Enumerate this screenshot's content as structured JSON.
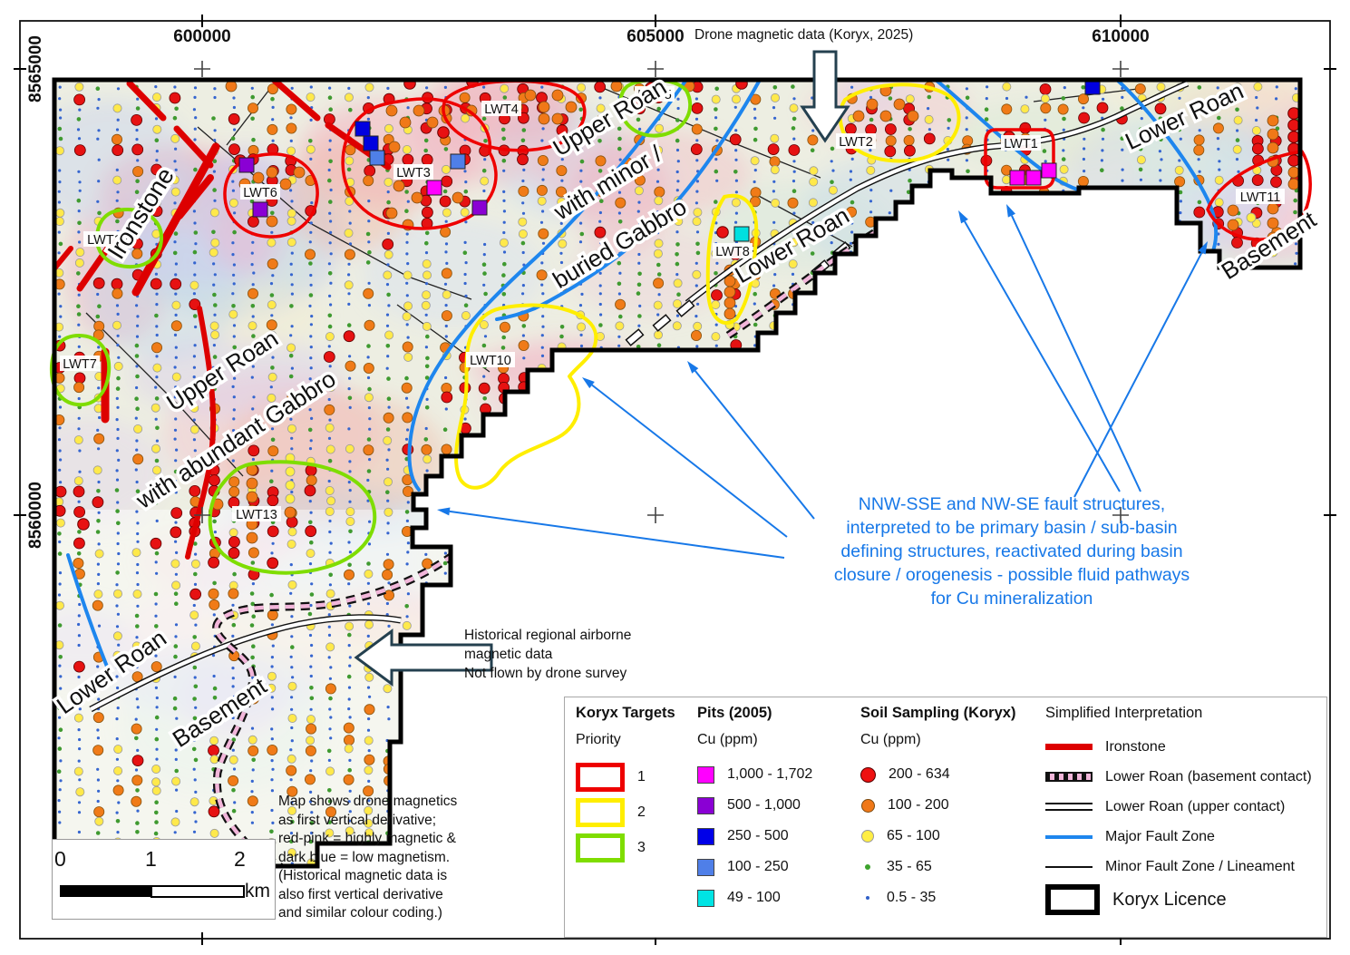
{
  "header_note": "Drone magnetic data (Koryx, 2025)",
  "axes": {
    "top": [
      "600000",
      "605000",
      "610000"
    ],
    "left": [
      "8565000",
      "8560000"
    ]
  },
  "map_labels": {
    "ironstone": "Ironstone",
    "upper_roan_minor": [
      "Upper Roan",
      "with minor /",
      "buried Gabbro"
    ],
    "lower_roan_mid": "Lower Roan",
    "lower_roan_ne": "Lower Roan",
    "basement_e": "Basement",
    "upper_roan_abundant": [
      "Upper Roan",
      "with abundant Gabbro"
    ],
    "lower_roan_sw": "Lower Roan",
    "basement_sw": "Basement"
  },
  "targets": [
    {
      "label": "LWT1",
      "priority": 1
    },
    {
      "label": "LWT2",
      "priority": 2
    },
    {
      "label": "LWT3",
      "priority": 1
    },
    {
      "label": "LWT4",
      "priority": 1
    },
    {
      "label": "LWT5",
      "priority": 3
    },
    {
      "label": "LWT6",
      "priority": 1
    },
    {
      "label": "LWT7",
      "priority": 3
    },
    {
      "label": "LWT8",
      "priority": 2
    },
    {
      "label": "LWT10",
      "priority": 2
    },
    {
      "label": "LWT11",
      "priority": 1
    },
    {
      "label": "LWT12",
      "priority": 3
    },
    {
      "label": "LWT13",
      "priority": 3
    }
  ],
  "annotation": {
    "color": "#1778e8",
    "lines": [
      "NNW-SSE and NW-SE fault structures,",
      "interpreted to be primary basin / sub-basin",
      "defining structures, reactivated during basin",
      "closure / orogenesis - possible fluid pathways",
      "for Cu mineralization"
    ]
  },
  "callout_historical": {
    "lines": [
      "Historical regional airborne",
      "magnetic data",
      "Not flown by drone survey"
    ]
  },
  "note_box": {
    "lines": [
      "Map shows drone magnetics",
      "as first vertical derivative;",
      "red-pink = highly magnetic &",
      "dark blue = low magnetism.",
      "(Historical magnetic data is",
      "also first vertical derivative",
      "and similar colour coding.)"
    ]
  },
  "scalebar": {
    "ticks": [
      "0",
      "1",
      "2"
    ],
    "unit": "km"
  },
  "legend": {
    "targets": {
      "title": "Koryx Targets",
      "subtitle": "Priority",
      "items": [
        {
          "label": "1",
          "color": "#ee0000"
        },
        {
          "label": "2",
          "color": "#ffee00"
        },
        {
          "label": "3",
          "color": "#7fdd00"
        }
      ]
    },
    "pits": {
      "title": "Pits (2005)",
      "subtitle": "Cu (ppm)",
      "items": [
        {
          "label": "1,000 - 1,702",
          "color": "#ff00ff"
        },
        {
          "label": "500 - 1,000",
          "color": "#8a00d4"
        },
        {
          "label": "250 - 500",
          "color": "#0000e8"
        },
        {
          "label": "100 - 250",
          "color": "#4f7fe8"
        },
        {
          "label": "49 - 100",
          "color": "#00e4e4"
        }
      ]
    },
    "soil": {
      "title": "Soil Sampling (Koryx)",
      "subtitle": "Cu (ppm)",
      "items": [
        {
          "label": "200 - 634",
          "color": "#ee1111"
        },
        {
          "label": "100 - 200",
          "color": "#f07818"
        },
        {
          "label": "65 - 100",
          "color": "#ffee44"
        },
        {
          "label": "35 - 65",
          "color": "#3da32d"
        },
        {
          "label": "0.5 - 35",
          "color": "#3060c8"
        }
      ]
    },
    "interpretation": {
      "title": "Simplified Interpretation",
      "items": [
        {
          "label": "Ironstone"
        },
        {
          "label": "Lower Roan (basement contact)"
        },
        {
          "label": "Lower Roan (upper contact)"
        },
        {
          "label": "Major Fault Zone"
        },
        {
          "label": "Minor Fault Zone / Lineament"
        },
        {
          "label": "Koryx Licence"
        }
      ]
    }
  }
}
